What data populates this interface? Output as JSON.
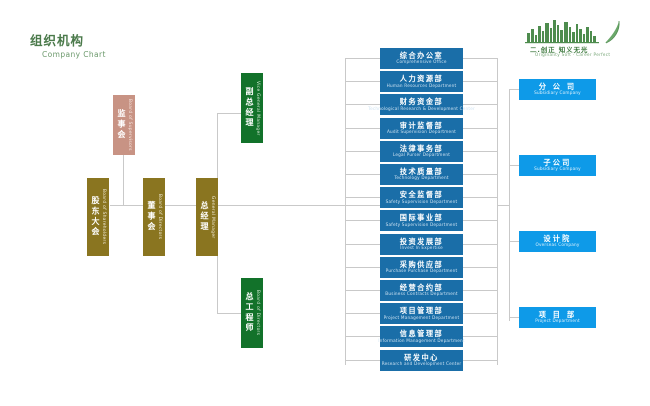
{
  "page": {
    "title_cn": "组织机构",
    "title_en": "Company Chart",
    "background": "#ffffff"
  },
  "logo": {
    "name": "company-logo",
    "text_cn": "二.创正 知义无光",
    "text_en": "Originality Soft  ·  Career Perfect",
    "color": "#3f7a3f"
  },
  "colors": {
    "gold": "#8a7520",
    "pink": "#c89384",
    "green": "#12722a",
    "dept_blue": "#1a6ea8",
    "sub_blue": "#0e9ae8",
    "line": "#c9c9c9",
    "title_green": "#4b7a4b"
  },
  "governance": [
    {
      "key": "supervisors",
      "cn": "监事会",
      "en": "Board of Supervisors",
      "color": "pink"
    },
    {
      "key": "shareholders",
      "cn": "股东大会",
      "en": "Board of Shareholders",
      "color": "gold"
    },
    {
      "key": "directors",
      "cn": "董事会",
      "en": "Board of Directors",
      "color": "gold"
    },
    {
      "key": "general-manager",
      "cn": "总经理",
      "en": "General Manager",
      "color": "gold"
    }
  ],
  "managers": [
    {
      "key": "vice-general-manager",
      "cn": "副总经理",
      "en": "Vice General Manager",
      "color": "green"
    },
    {
      "key": "chief-engineer",
      "cn": "总工程师",
      "en": "Board of Directors",
      "color": "green"
    }
  ],
  "departments": [
    {
      "cn": "综合办公室",
      "en": "Comprehensive Office"
    },
    {
      "cn": "人力资源部",
      "en": "Human Resources Department"
    },
    {
      "cn": "财务资金部",
      "en": "Technological Research & Development Center"
    },
    {
      "cn": "审计监督部",
      "en": "Audit Supervision Department"
    },
    {
      "cn": "法律事务部",
      "en": "Legal Purser Department"
    },
    {
      "cn": "技术质量部",
      "en": "Technology Department"
    },
    {
      "cn": "安全监督部",
      "en": "Safety Supervision Department"
    },
    {
      "cn": "国际事业部",
      "en": "Safety Supervision Department"
    },
    {
      "cn": "投资发展部",
      "en": "Invest In Expertise"
    },
    {
      "cn": "采购供应部",
      "en": "Purchase Purchase Department"
    },
    {
      "cn": "经营合约部",
      "en": "Business Contracts Department"
    },
    {
      "cn": "项目管理部",
      "en": "Project Management Department"
    },
    {
      "cn": "信息管理部",
      "en": "Information Management Department"
    },
    {
      "cn": "研发中心",
      "en": "Research and Development Center"
    }
  ],
  "subsidiaries": [
    {
      "cn": "分 公 司",
      "en": "Subsidiary Company"
    },
    {
      "cn": "子公司",
      "en": "Subsidiary Company"
    },
    {
      "cn": "设计院",
      "en": "Overseas Company"
    },
    {
      "cn": "项 目 部",
      "en": "Project Department"
    }
  ]
}
